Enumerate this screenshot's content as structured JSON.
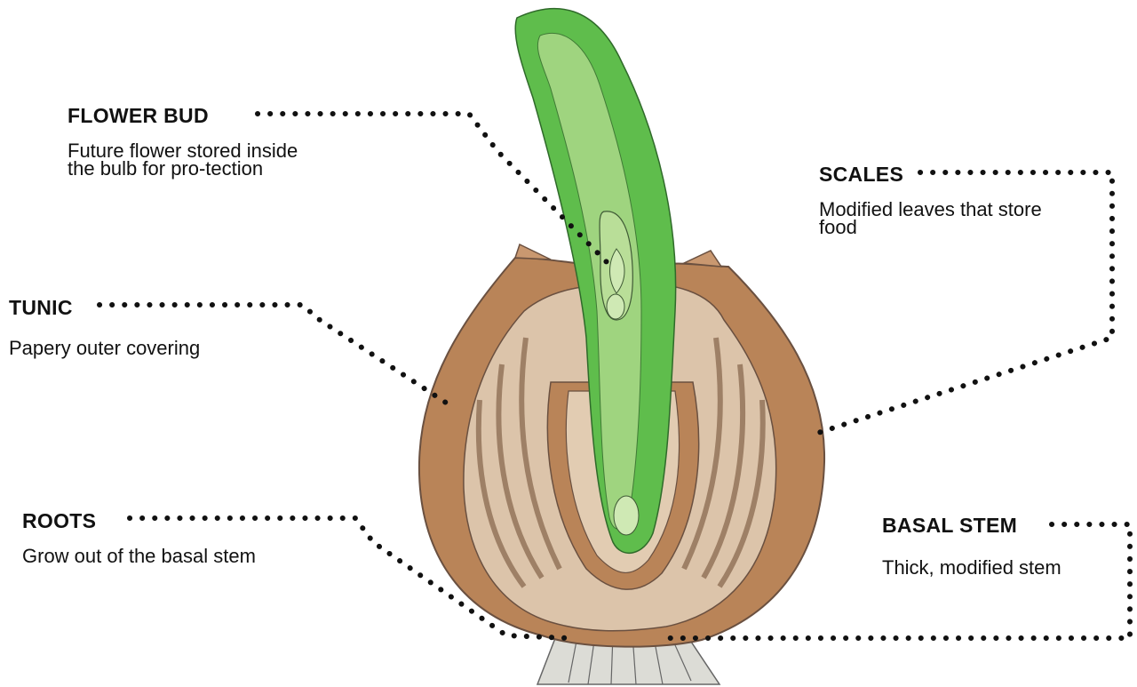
{
  "labels": {
    "flower_bud": {
      "title": "FLOWER BUD",
      "desc": "Future flower stored inside the bulb for pro-tection"
    },
    "scales": {
      "title": "SCALES",
      "desc": "Modified leaves that store food"
    },
    "tunic": {
      "title": "TUNIC",
      "desc": "Papery outer covering"
    },
    "roots": {
      "title": "ROOTS",
      "desc": "Grow out of the basal stem"
    },
    "basal_stem": {
      "title": "BASAL STEM",
      "desc": "Thick, modified stem"
    }
  },
  "colors": {
    "tunic_brown": "#b98458",
    "scale_tan": "#dcc4aa",
    "shoot_green": "#5fbd4c",
    "shoot_light": "#b9de98",
    "outline": "#5a4a40",
    "leader_dots": "#111111"
  }
}
